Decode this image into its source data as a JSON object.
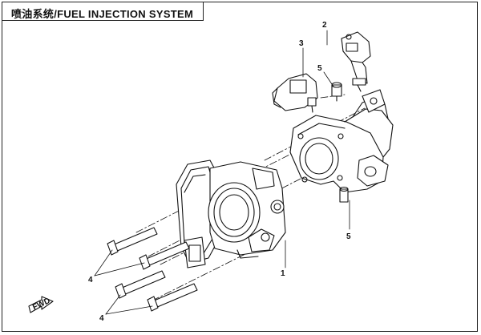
{
  "title": "喷油系统/FUEL INJECTION  SYSTEM",
  "callouts": {
    "c1": "1",
    "c2": "2",
    "c3": "3",
    "c4a": "4",
    "c4b": "4",
    "c5a": "5",
    "c5b": "5"
  },
  "front_arrow_text": "FWD",
  "colors": {
    "line": "#111111",
    "paper": "#ffffff"
  }
}
